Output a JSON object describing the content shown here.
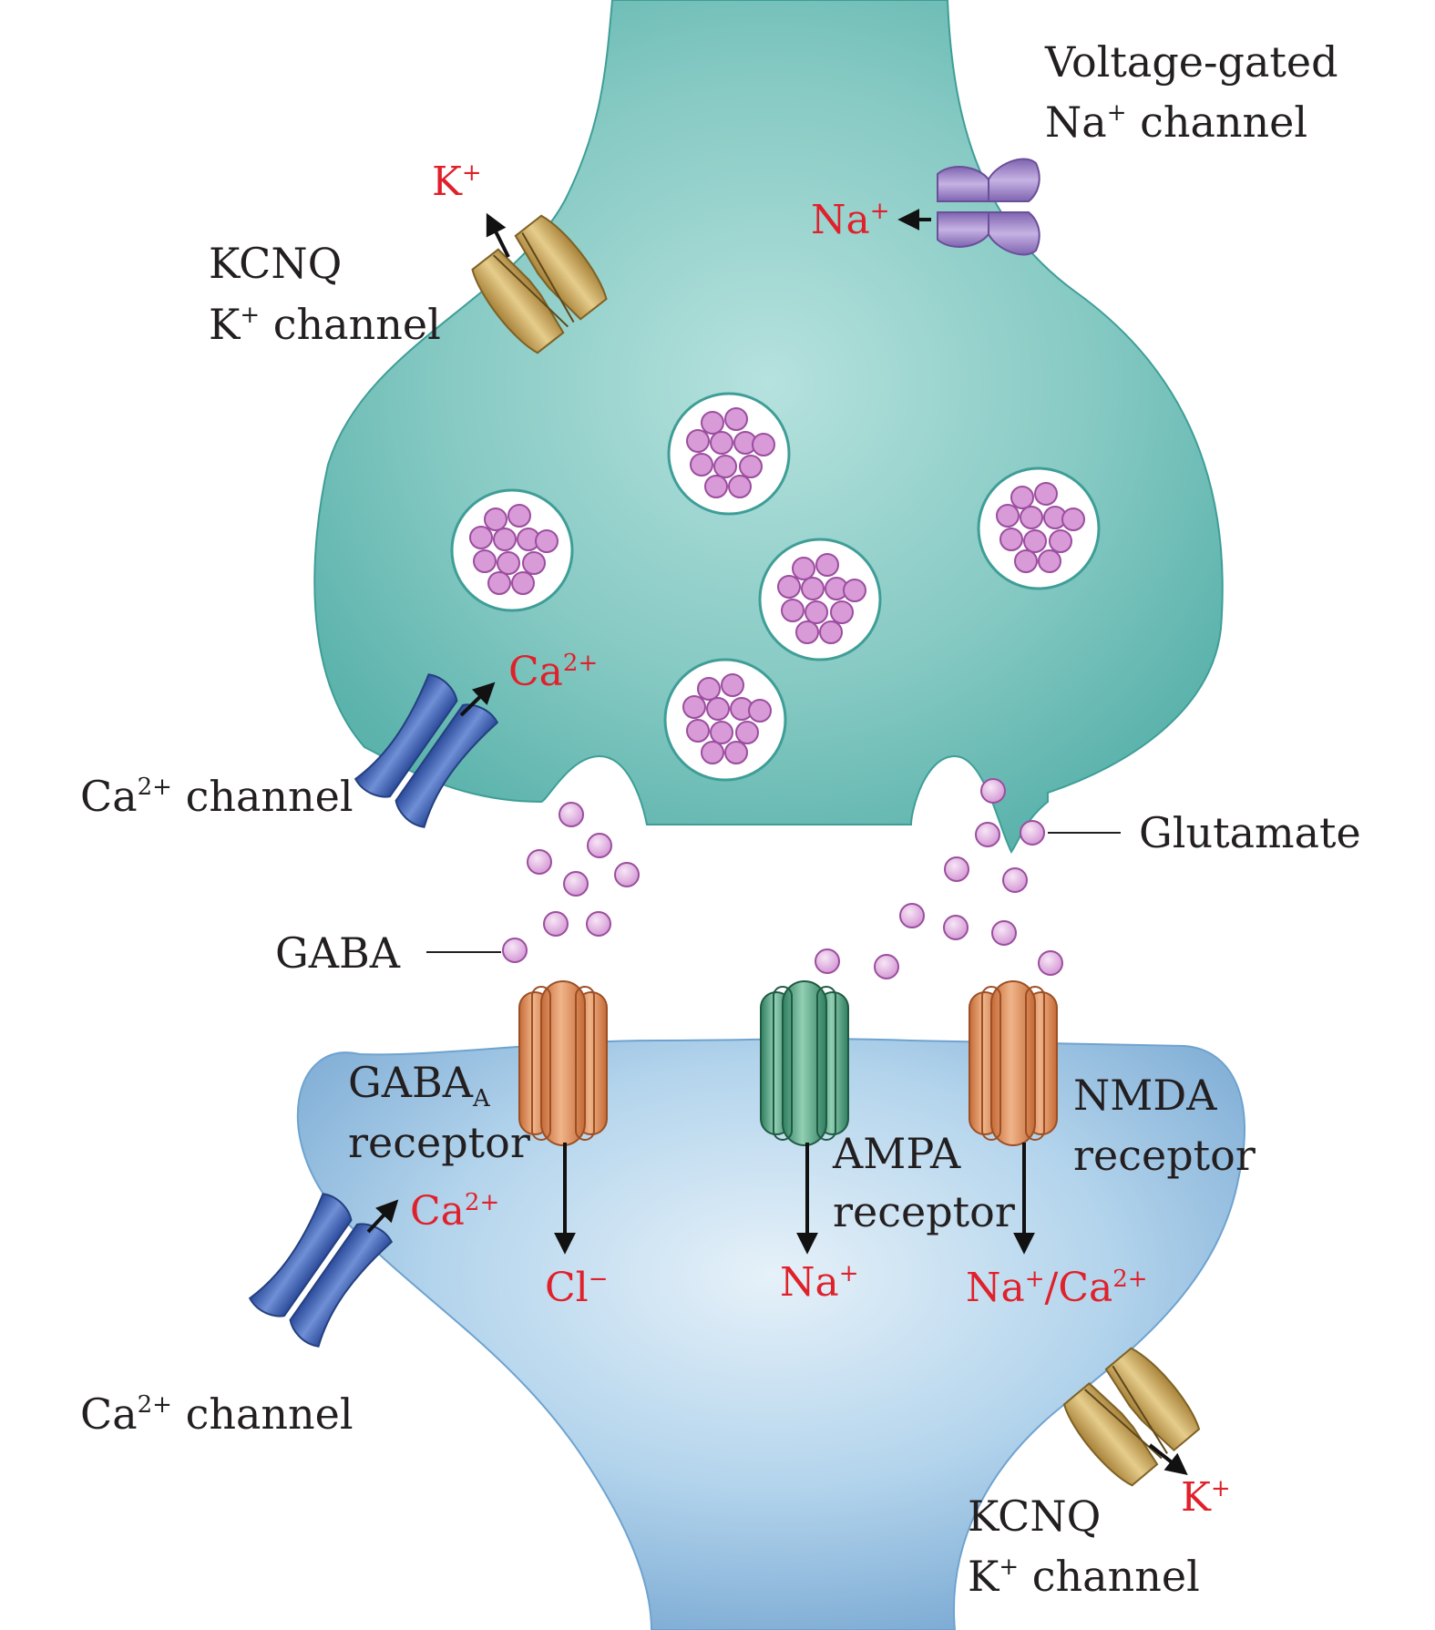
{
  "colors": {
    "presynaptic": "#7cc5bf",
    "postsynaptic": "#9cc6e3",
    "neurotransmitter": "#d99ad8",
    "kcnq_channel": "#c8a65a",
    "na_channel": "#a489c9",
    "ca_channel": "#3f64b4",
    "gaba_receptor": "#e0915a",
    "ampa_receptor": "#3f9a78",
    "nmda_receptor": "#e0915a",
    "ion_text": "#e0202a",
    "label_text": "#231f20"
  },
  "icons": {
    "kcnq_channel": "kcnq-channel-icon",
    "na_channel": "sodium-channel-icon",
    "ca_channel": "calcium-channel-icon",
    "receptor": "receptor-icon",
    "vesicle": "synaptic-vesicle-icon"
  },
  "labels": {
    "voltage_gated_line1": "Voltage-gated",
    "voltage_gated_line2_pre": "Na",
    "voltage_gated_line2_sup": "+",
    "voltage_gated_line2_post": " channel",
    "kcnq_top_line1": "KCNQ",
    "kcnq_top_line2_pre": "K",
    "kcnq_top_line2_sup": "+",
    "kcnq_top_line2_post": " channel",
    "ca_channel_top_pre": "Ca",
    "ca_channel_top_sup": "2+",
    "ca_channel_top_post": " channel",
    "glutamate": "Glutamate",
    "gaba": "GABA",
    "gaba_a_line1_main": "GABA",
    "gaba_a_line1_sub": "A",
    "gaba_a_line2": "receptor",
    "ampa_line1": "AMPA",
    "ampa_line2": "receptor",
    "nmda_line1": "NMDA",
    "nmda_line2": "receptor",
    "ca_channel_bottom_pre": "Ca",
    "ca_channel_bottom_sup": "2+",
    "ca_channel_bottom_post": " channel",
    "kcnq_bottom_line1": "KCNQ",
    "kcnq_bottom_line2_pre": "K",
    "kcnq_bottom_line2_sup": "+",
    "kcnq_bottom_line2_post": " channel"
  },
  "ions": {
    "k_top_main": "K",
    "k_top_sup": "+",
    "na_top_main": "Na",
    "na_top_sup": "+",
    "ca_top_main": "Ca",
    "ca_top_sup": "2+",
    "ca_post_main": "Ca",
    "ca_post_sup": "2+",
    "cl_main": "Cl",
    "cl_sup": "−",
    "na_ampa_main": "Na",
    "na_ampa_sup": "+",
    "nmda_na_main": "Na",
    "nmda_na_sup": "+",
    "nmda_sep": "/Ca",
    "nmda_ca_sup": "2+",
    "k_bottom_main": "K",
    "k_bottom_sup": "+"
  }
}
